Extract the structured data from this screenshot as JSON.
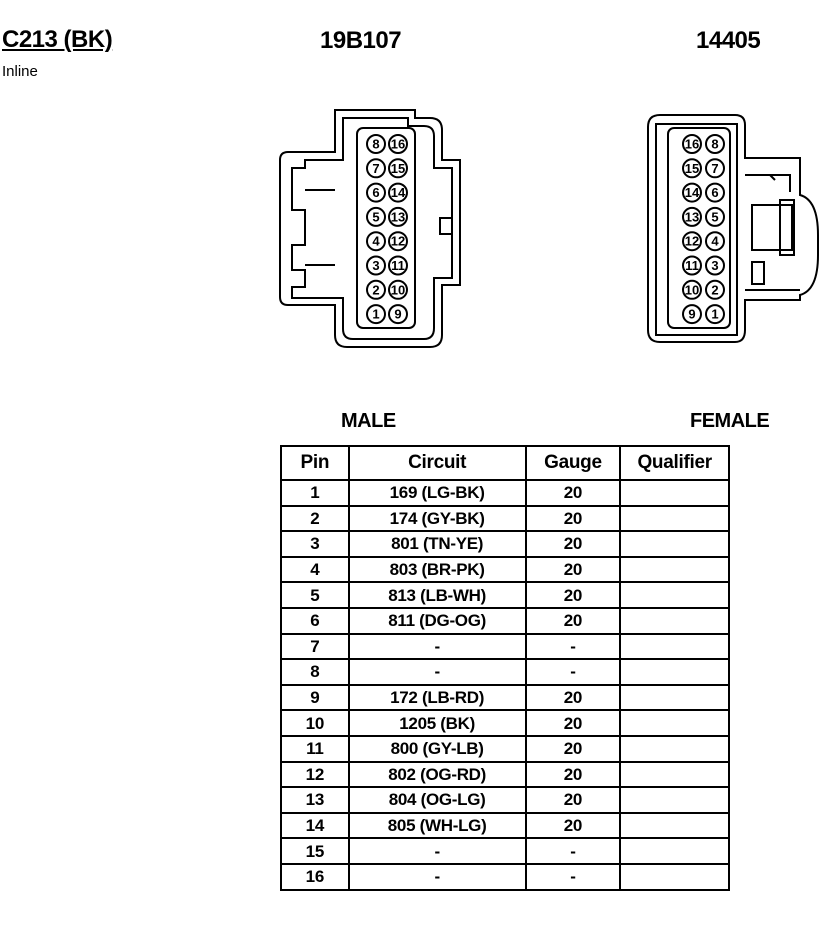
{
  "header": {
    "connector_id": "C213 (BK)",
    "connector_type": "Inline",
    "part_number_1": "19B107",
    "part_number_2": "14405"
  },
  "views": {
    "male_label": "MALE",
    "female_label": "FEMALE",
    "male_pins_left": [
      "8",
      "7",
      "6",
      "5",
      "4",
      "3",
      "2",
      "1"
    ],
    "male_pins_right": [
      "16",
      "15",
      "14",
      "13",
      "12",
      "11",
      "10",
      "9"
    ],
    "female_pins_left": [
      "16",
      "15",
      "14",
      "13",
      "12",
      "11",
      "10",
      "9"
    ],
    "female_pins_right": [
      "8",
      "7",
      "6",
      "5",
      "4",
      "3",
      "2",
      "1"
    ]
  },
  "table": {
    "headers": [
      "Pin",
      "Circuit",
      "Gauge",
      "Qualifier"
    ],
    "rows": [
      {
        "pin": "1",
        "circuit": "169 (LG-BK)",
        "gauge": "20",
        "qualifier": ""
      },
      {
        "pin": "2",
        "circuit": "174 (GY-BK)",
        "gauge": "20",
        "qualifier": ""
      },
      {
        "pin": "3",
        "circuit": "801 (TN-YE)",
        "gauge": "20",
        "qualifier": ""
      },
      {
        "pin": "4",
        "circuit": "803 (BR-PK)",
        "gauge": "20",
        "qualifier": ""
      },
      {
        "pin": "5",
        "circuit": "813 (LB-WH)",
        "gauge": "20",
        "qualifier": ""
      },
      {
        "pin": "6",
        "circuit": "811 (DG-OG)",
        "gauge": "20",
        "qualifier": ""
      },
      {
        "pin": "7",
        "circuit": "-",
        "gauge": "-",
        "qualifier": ""
      },
      {
        "pin": "8",
        "circuit": "-",
        "gauge": "-",
        "qualifier": ""
      },
      {
        "pin": "9",
        "circuit": "172 (LB-RD)",
        "gauge": "20",
        "qualifier": ""
      },
      {
        "pin": "10",
        "circuit": "1205 (BK)",
        "gauge": "20",
        "qualifier": ""
      },
      {
        "pin": "11",
        "circuit": "800 (GY-LB)",
        "gauge": "20",
        "qualifier": ""
      },
      {
        "pin": "12",
        "circuit": "802 (OG-RD)",
        "gauge": "20",
        "qualifier": ""
      },
      {
        "pin": "13",
        "circuit": "804 (OG-LG)",
        "gauge": "20",
        "qualifier": ""
      },
      {
        "pin": "14",
        "circuit": "805 (WH-LG)",
        "gauge": "20",
        "qualifier": ""
      },
      {
        "pin": "15",
        "circuit": "-",
        "gauge": "-",
        "qualifier": ""
      },
      {
        "pin": "16",
        "circuit": "-",
        "gauge": "-",
        "qualifier": ""
      }
    ]
  }
}
